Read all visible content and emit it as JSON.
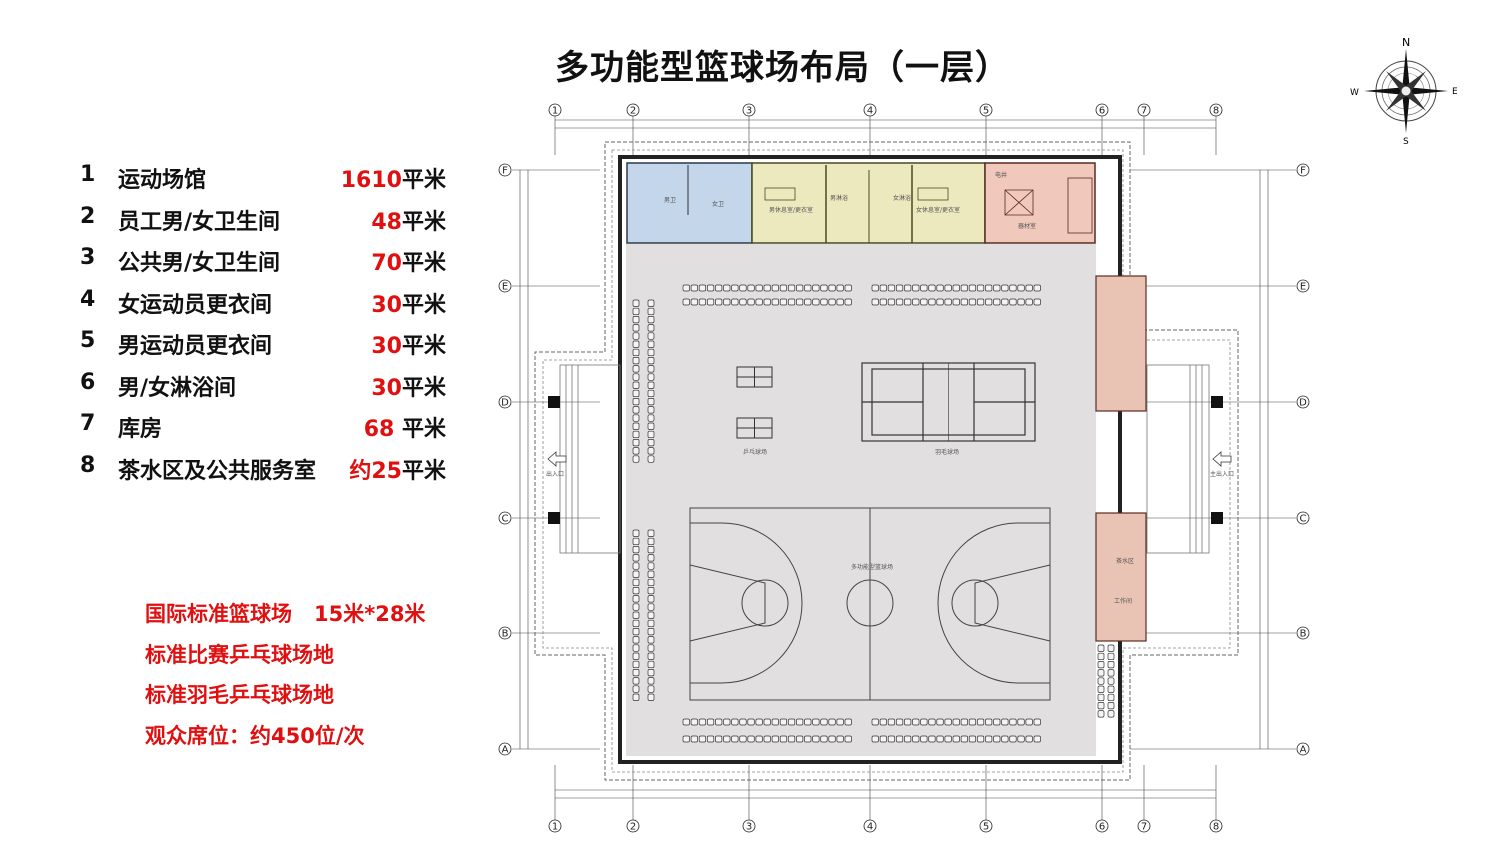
{
  "title": "多功能型篮球场布局（一层）",
  "rooms_list": [
    {
      "num": "1",
      "name": "运动场馆",
      "value": "1610",
      "unit": "平米"
    },
    {
      "num": "2",
      "name": "员工男/女卫生间",
      "value": "48",
      "unit": "平米"
    },
    {
      "num": "3",
      "name": "公共男/女卫生间",
      "value": "70",
      "unit": "平米"
    },
    {
      "num": "4",
      "name": "女运动员更衣间",
      "value": "30",
      "unit": "平米"
    },
    {
      "num": "5",
      "name": "男运动员更衣间",
      "value": "30",
      "unit": "平米"
    },
    {
      "num": "6",
      "name": "男/女淋浴间",
      "value": "30",
      "unit": "平米"
    },
    {
      "num": "7",
      "name": "库房",
      "value": "68",
      "unit": " 平米"
    },
    {
      "num": "8",
      "name": "茶水区及公共服务室",
      "value": "约25",
      "unit": "平米"
    }
  ],
  "notes": {
    "basketball": "国际标准篮球场",
    "basketball_spec": "15米*28米",
    "pingpong": "标准比赛乒乓球场地",
    "badminton": "标准羽毛乒乓球场地",
    "seats": "观众席位：约450位/次"
  },
  "plan": {
    "column_axes": [
      "1",
      "2",
      "3",
      "4",
      "5",
      "6",
      "7",
      "8"
    ],
    "row_axes": [
      "F",
      "E",
      "D",
      "C",
      "B",
      "A"
    ],
    "labels": {
      "male_wc": "男卫",
      "female_wc": "女卫",
      "male_locker": "男休息室/更衣室",
      "male_shower": "男淋浴",
      "female_shower": "女淋浴",
      "female_locker": "女休息室/更衣室",
      "electric_shaft": "电井",
      "equipment_room": "器材室",
      "pingpong": "乒乓球场",
      "badminton": "羽毛球场",
      "basketball": "多功能型篮球场",
      "entrance": "出入口",
      "main_entrance": "主出入口",
      "tea_area": "茶水区",
      "workroom": "工作间"
    },
    "colors": {
      "hall": "#e2dfe0",
      "toilets": "#c3d6ea",
      "lockers": "#ece9bf",
      "storage": "#f0c8bc",
      "service": "#e9c4b5",
      "highlight": "#e01010"
    }
  },
  "compass": {
    "n": "N",
    "s": "S",
    "e": "E",
    "w": "W"
  }
}
